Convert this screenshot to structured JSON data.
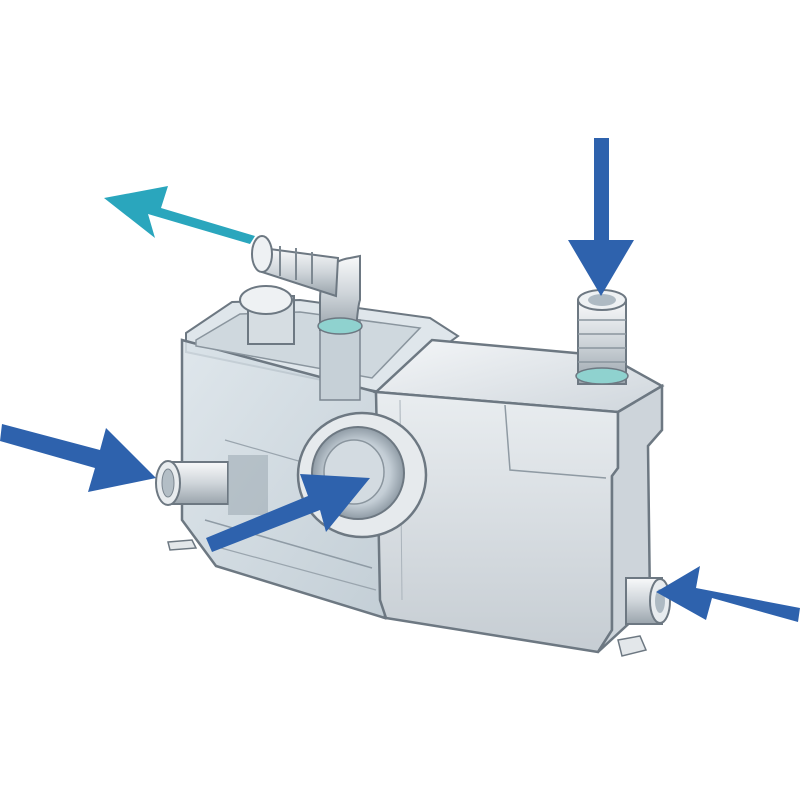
{
  "figure": {
    "subject": "macerator-pump-unit-with-inlets-and-outlet",
    "colors": {
      "background": "#ffffff",
      "inlet_arrow": "#2e62ad",
      "outlet_arrow": "#2aa6bd",
      "housing_solid": "#dfe3e7",
      "housing_transparent": "#c9d4dc",
      "outline": "#5f6a74"
    },
    "arrows": [
      {
        "role": "outlet",
        "direction": "out",
        "color": "#2aa6bd",
        "icon": "arrow-outlet-icon"
      },
      {
        "role": "vertical-inlet",
        "direction": "in",
        "color": "#2e62ad",
        "icon": "arrow-down-icon"
      },
      {
        "role": "left-side-inlet",
        "direction": "in",
        "color": "#2e62ad",
        "icon": "arrow-right-icon"
      },
      {
        "role": "front-large-inlet",
        "direction": "in",
        "color": "#2e62ad",
        "icon": "arrow-up-right-icon"
      },
      {
        "role": "right-side-inlet",
        "direction": "in",
        "color": "#2e62ad",
        "icon": "arrow-left-icon"
      }
    ]
  }
}
